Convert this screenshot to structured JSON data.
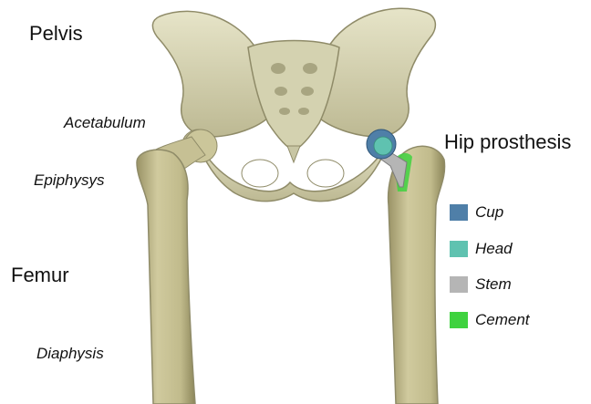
{
  "labels": {
    "pelvis": "Pelvis",
    "acetabulum": "Acetabulum",
    "epiphysys": "Epiphysys",
    "femur": "Femur",
    "diaphysis": "Diaphysis",
    "hip_prosthesis": "Hip prosthesis"
  },
  "legend": [
    {
      "label": "Cup",
      "color": "#4f7fa8"
    },
    {
      "label": "Head",
      "color": "#5fc2b0"
    },
    {
      "label": "Stem",
      "color": "#b5b5b5"
    },
    {
      "label": "Cement",
      "color": "#3fd23f"
    }
  ],
  "colors": {
    "bone": "#d8d6b6",
    "bone_shadow": "#a8a582",
    "femur": "#c7c194",
    "femur_shadow": "#948d5e"
  }
}
